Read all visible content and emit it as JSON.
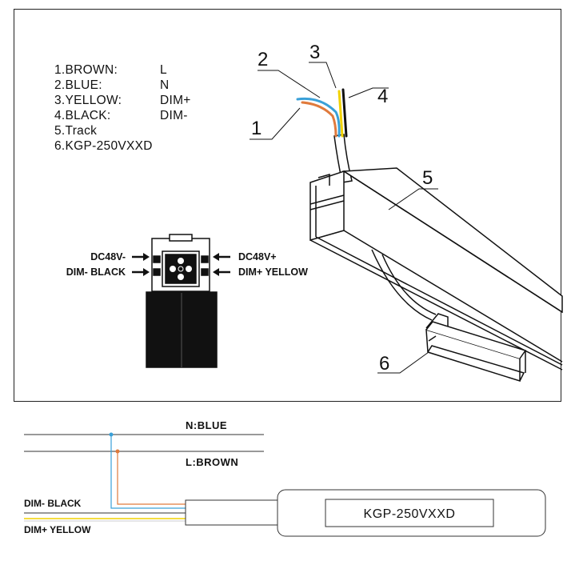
{
  "legend": [
    {
      "key": "1.BROWN:",
      "value": "L"
    },
    {
      "key": "2.BLUE:",
      "value": "N"
    },
    {
      "key": "3.YELLOW:",
      "value": "DIM+"
    },
    {
      "key": "4.BLACK:",
      "value": "DIM-"
    },
    {
      "key": "5.Track",
      "value": ""
    },
    {
      "key": "6.KGP-250VXXD",
      "value": ""
    }
  ],
  "callouts": {
    "c1": "1",
    "c2": "2",
    "c3": "3",
    "c4": "4",
    "c5": "5",
    "c6": "6"
  },
  "connector_labels": {
    "left_top": "DC48V-",
    "left_bottom": "DIM- BLACK",
    "right_top": "DC48V+",
    "right_bottom": "DIM+ YELLOW"
  },
  "wiring": {
    "n_blue": "N:BLUE",
    "l_brown": "L:BROWN",
    "dim_black": "DIM- BLACK",
    "dim_yellow": "DIM+ YELLOW",
    "driver_label": "KGP-250VXXD"
  },
  "colors": {
    "brown": "#e07a3c",
    "blue": "#3aa0d8",
    "yellow": "#f2d200",
    "black": "#111111"
  }
}
